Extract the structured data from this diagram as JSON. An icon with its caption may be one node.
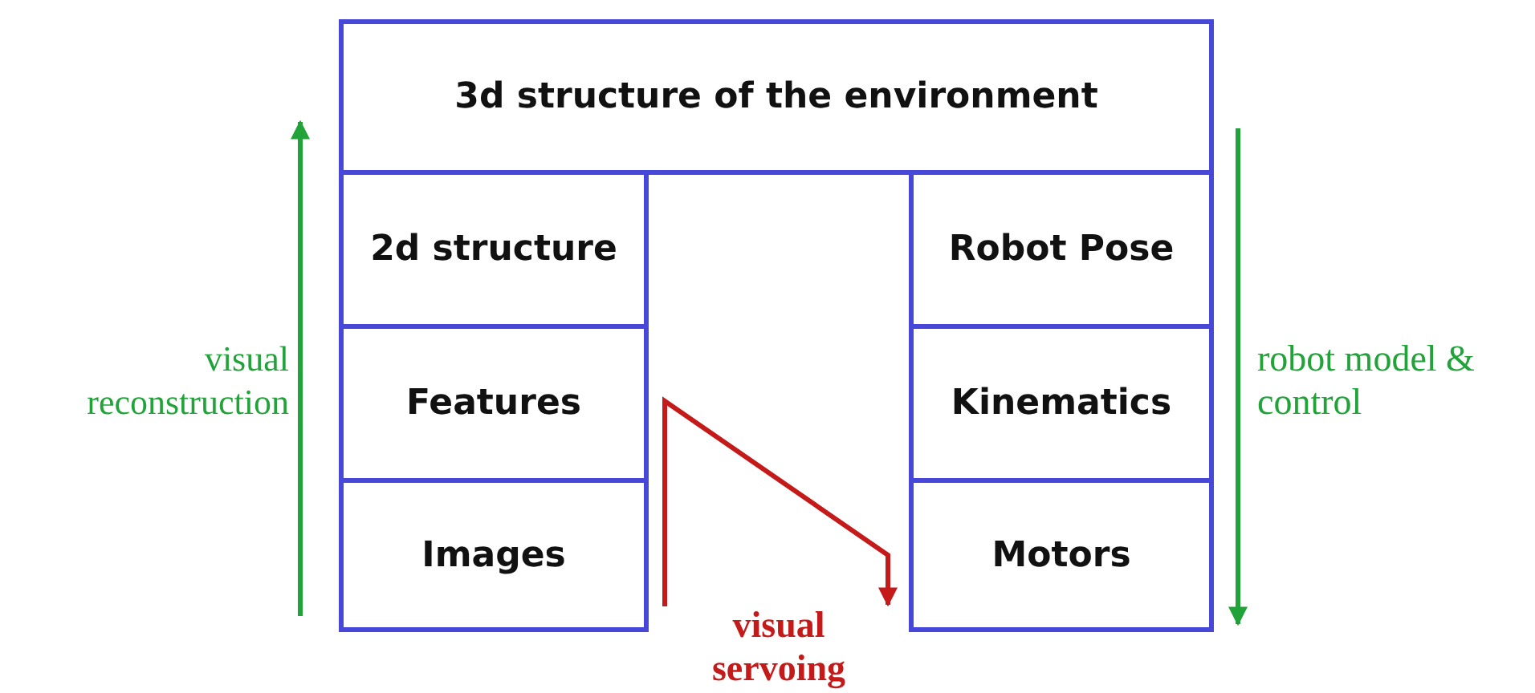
{
  "diagram": {
    "nodes": [
      {
        "text": [
          "3d structure of the environment"
        ]
      },
      {
        "text": [
          "2d structure"
        ]
      },
      {
        "text": [
          "Features"
        ]
      },
      {
        "text": [
          "Images"
        ]
      },
      {
        "text": [
          "Robot Pose"
        ]
      },
      {
        "text": [
          "Kinematics"
        ]
      },
      {
        "text": [
          "Motors"
        ]
      }
    ],
    "labels": [
      "visual reconstruction",
      "robot model & control",
      "visual servoing"
    ]
  }
}
